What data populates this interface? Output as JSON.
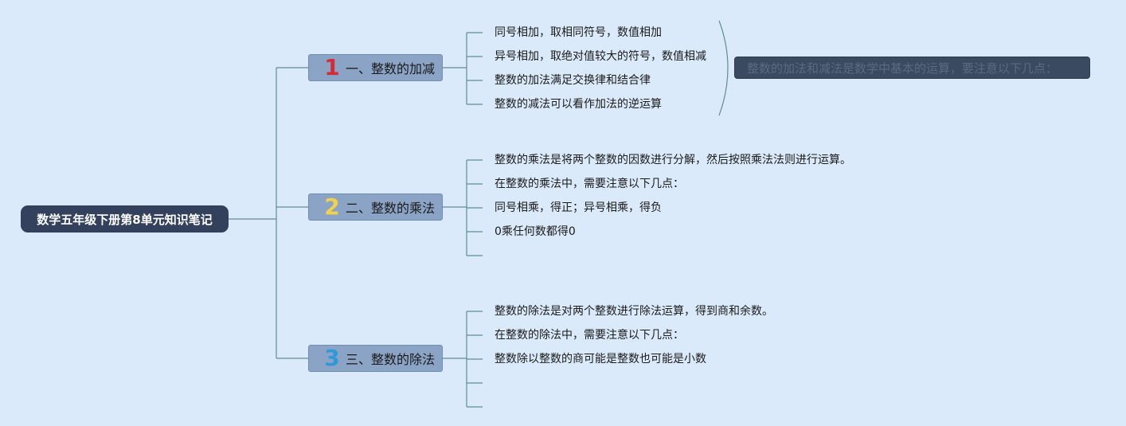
{
  "root": {
    "title": "数学五年级下册第8单元知识笔记"
  },
  "colors": {
    "background": "#dbeafb",
    "line": "#5d8f8c",
    "root": "#33415c",
    "branch": "#8ba4c6",
    "num1": "#d42b39",
    "num2": "#f2d14b",
    "num3": "#2f98d8",
    "summary": "#3a4a60"
  },
  "branches": [
    {
      "num": "1",
      "label": "一、整数的加减",
      "leaves": [
        "同号相加，取相同符号，数值相加",
        "异号相加，取绝对值较大的符号，数值相减",
        "整数的加法满足交换律和结合律",
        "整数的减法可以看作加法的逆运算"
      ]
    },
    {
      "num": "2",
      "label": "二、整数的乘法",
      "leaves": [
        "整数的乘法是将两个整数的因数进行分解，然后按照乘法法则进行运算。",
        "在整数的乘法中，需要注意以下几点：",
        "同号相乘，得正；异号相乘，得负",
        "0乘任何数都得0",
        ""
      ]
    },
    {
      "num": "3",
      "label": "三、整数的除法",
      "leaves": [
        "整数的除法是对两个整数进行除法运算，得到商和余数。",
        "在整数的除法中，需要注意以下几点：",
        "整数除以整数的商可能是整数也可能是小数",
        "",
        ""
      ]
    }
  ],
  "summary": {
    "text": "整数的加法和减法是数学中基本的运算，要注意以下几点："
  }
}
